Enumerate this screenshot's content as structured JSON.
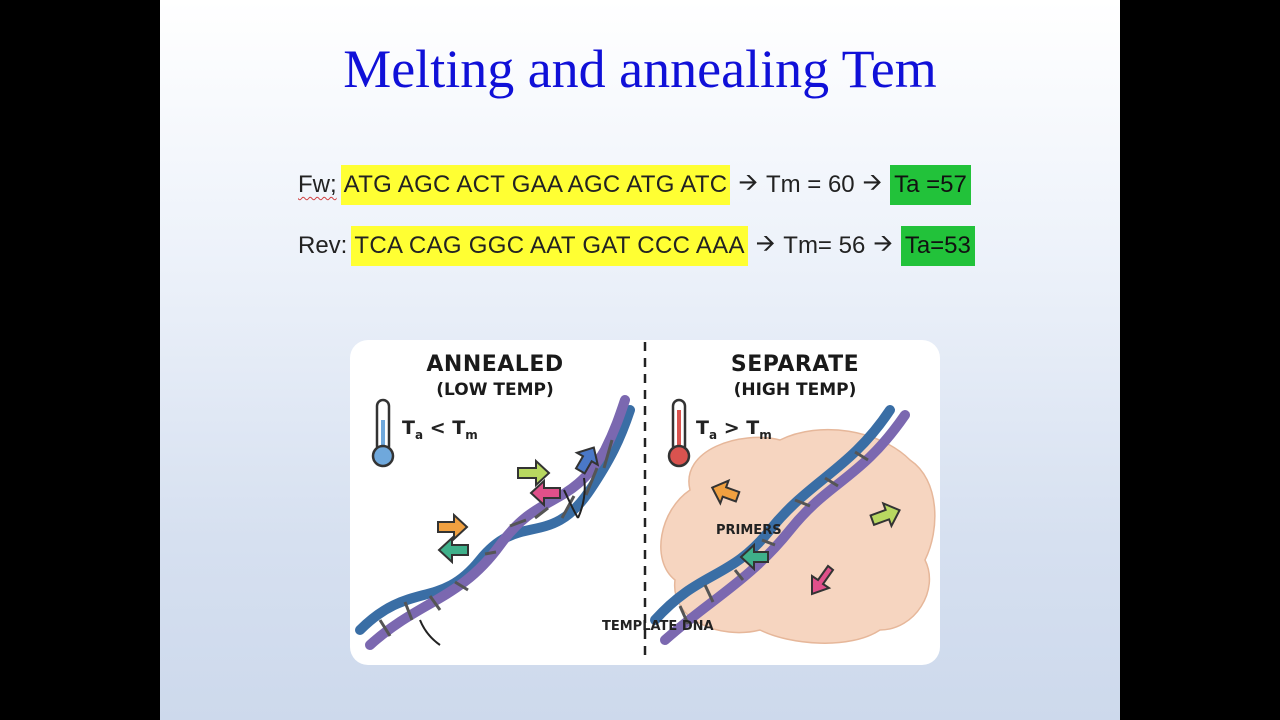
{
  "slide": {
    "title": "Melting and annealing Tem"
  },
  "primers": [
    {
      "label": "Fw;",
      "sequence": "ATG AGC ACT GAA AGC ATG ATC",
      "arrow1": "🡪",
      "tm": "Tm = 60",
      "arrow2": "🡪",
      "ta": "Ta =57"
    },
    {
      "label": "Rev:",
      "sequence": "TCA CAG GGC AAT GAT CCC AAA",
      "arrow1": "🡪",
      "tm": "Tm= 56",
      "arrow2": "🡪",
      "ta": "Ta=53"
    }
  ],
  "illustration": {
    "left": {
      "heading": "ANNEALED",
      "subheading": "(LOW TEMP)",
      "comparison": {
        "a": "T",
        "a_sub": "a",
        "op": "<",
        "b": "T",
        "b_sub": "m"
      },
      "label_primers": "PRIMERS",
      "label_template": "TEMPLATE DNA"
    },
    "right": {
      "heading": "SEPARATE",
      "subheading": "(HIGH TEMP)",
      "comparison": {
        "a": "T",
        "a_sub": "a",
        "op": ">",
        "b": "T",
        "b_sub": "m"
      }
    }
  },
  "colors": {
    "title": "#1010d8",
    "highlight_sequence": "#ffff33",
    "highlight_ta": "#22c23a",
    "dna_strand": "#3a6ea5",
    "thermometer_cold": "#6fa8dc",
    "thermometer_hot": "#d9534f",
    "heat_cloud": "#f6d5c0"
  },
  "icons": [
    "thermometer-cold-icon",
    "thermometer-hot-icon",
    "arrow-right-icon",
    "dna-helix-icon",
    "primer-arrow-icon"
  ]
}
